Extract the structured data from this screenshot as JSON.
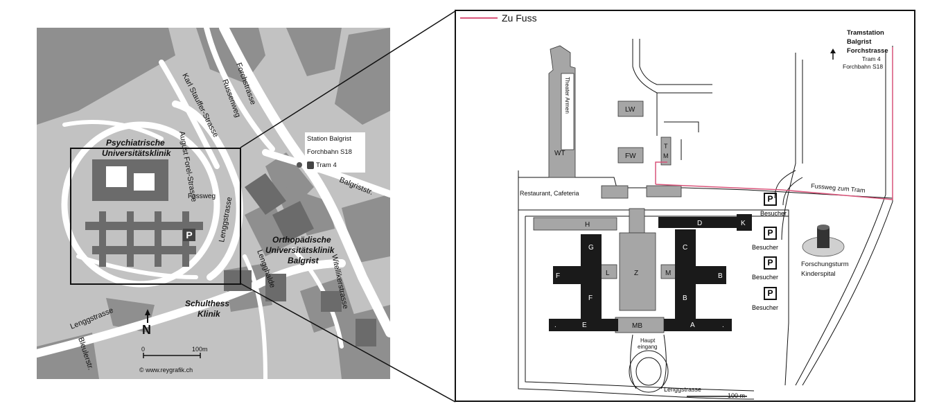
{
  "overview_map": {
    "streets": {
      "forchstrasse": "Forchstrasse",
      "russenweg": "Russenweg",
      "karl_stauffer": "Karl Stauffer-Strasse",
      "august_forel": "August Forel-Strasse",
      "lenggstrasse_diag": "Lenggstrasse",
      "lenggstrasse_bottom": "Lenggstrasse",
      "lenggalde": "Lengghalde",
      "witellikerstrasse": "Witellikerstrasse",
      "balgriststr": "Balgriststr.",
      "bleulerstr": "Bleulerstr.",
      "fussweg": "Fussweg"
    },
    "places": {
      "psychiatrische_1": "Psychiatrische",
      "psychiatrische_2": "Universitätsklinik",
      "orthopaedische_1": "Orthopädische",
      "orthopaedische_2": "Universitätsklinik",
      "orthopaedische_3": "Balgrist",
      "schulthess_1": "Schulthess",
      "schulthess_2": "Klinik"
    },
    "station": {
      "line1": "Station Balgrist",
      "line2": "Forchbahn S18",
      "line3": "Tram 4"
    },
    "parking": "P",
    "north": "N",
    "scale_start": "0",
    "scale_end": "100m",
    "credit": "© www.reygrafik.ch"
  },
  "detail_map": {
    "legend_label": "Zu Fuss",
    "legend_color": "#d9547a",
    "tram": {
      "line1": "Tramstation",
      "line2": "Balgrist",
      "line3": "Forchstrasse",
      "line4": "Tram 4",
      "line5": "Forchbahn S18"
    },
    "path_label": "Fussweg zum Tram",
    "restaurant": "Restaurant, Cafeteria",
    "buildings": {
      "lw": "LW",
      "fw": "FW",
      "t": "T",
      "m_top": "M",
      "wt": "WT",
      "theater": "Theater Armen",
      "h": "H",
      "d": "D",
      "k": "K",
      "g": "G",
      "c": "C",
      "f_left": "F",
      "l": "L",
      "z": "Z",
      "m": "M",
      "b_right": "B",
      "f": "F",
      "b": "B",
      "dot_left": ".",
      "e": "E",
      "mb": "MB",
      "a": "A",
      "dot_right": "."
    },
    "haupteingang_1": "Haupt",
    "haupteingang_2": "eingang",
    "parking": [
      {
        "symbol": "P",
        "label": "Besucher"
      },
      {
        "symbol": "P",
        "label": "Besucher"
      },
      {
        "symbol": "P",
        "label": "Besucher"
      },
      {
        "symbol": "P",
        "label": "Besucher"
      }
    ],
    "forschungsturm_1": "Forschungsturm",
    "forschungsturm_2": "Kinderspital",
    "lenggstrasse": "Lenggstrasse",
    "scale": "100 m"
  },
  "colors": {
    "map_bg": "#bfbfbf",
    "block": "#8f8f8f",
    "road": "#ffffff",
    "dark_building": "#1a1a1a",
    "grey_building": "#a6a6a6",
    "footpath": "#d9547a"
  }
}
